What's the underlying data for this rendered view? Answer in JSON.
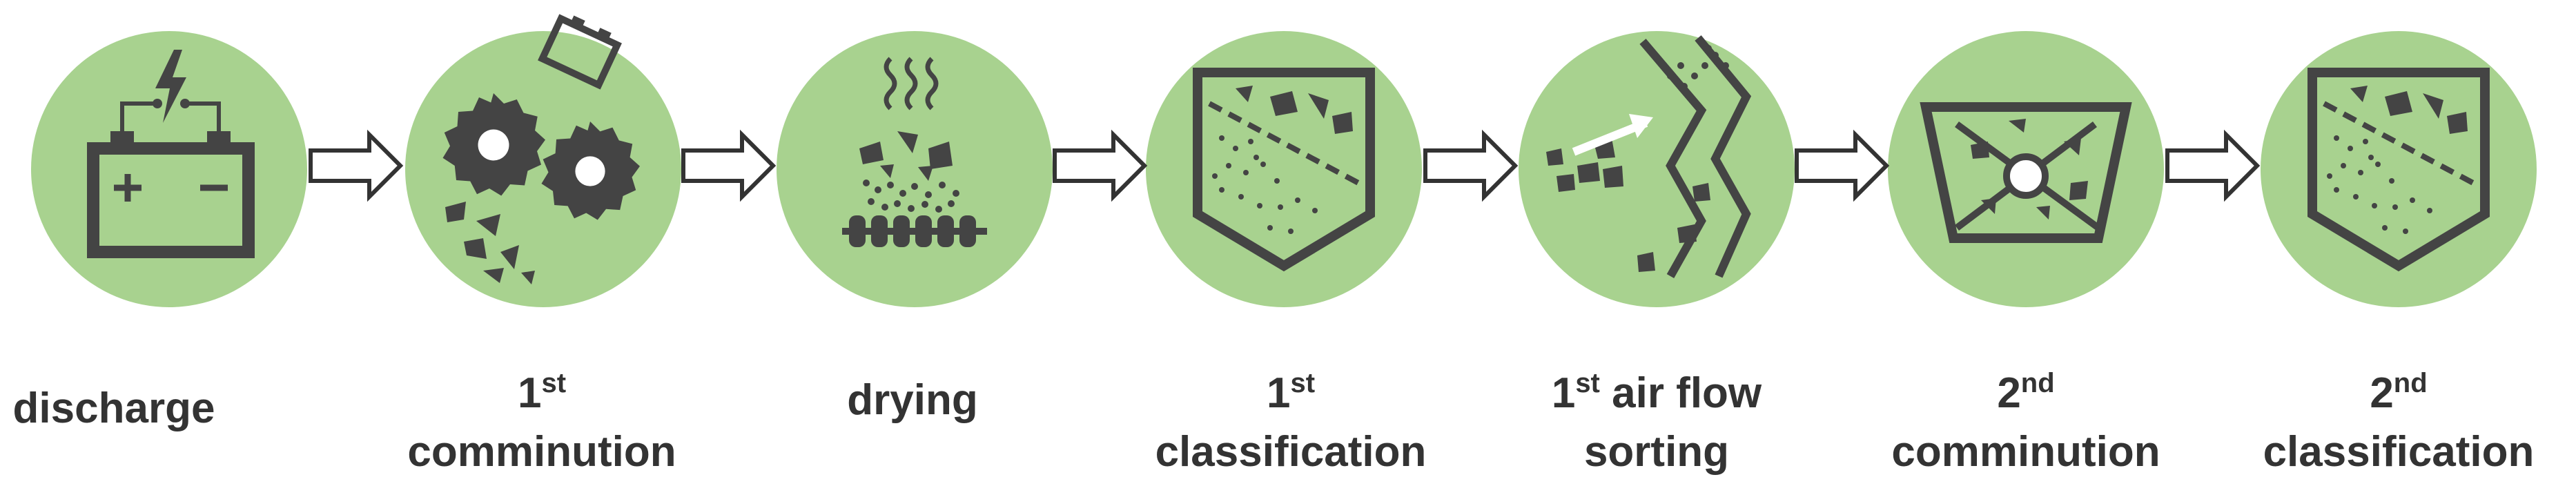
{
  "colors": {
    "circle_fill": "#a8d28f",
    "icon": "#444444",
    "text": "#333333",
    "arrow_stroke": "#333333",
    "arrow_fill": "#ffffff"
  },
  "steps": [
    {
      "icon": "battery-icon",
      "line1": "discharge",
      "line1_num": "",
      "line1_sup": "",
      "line2": ""
    },
    {
      "icon": "shredder-icon",
      "line1": "",
      "line1_num": "1",
      "line1_sup": "st",
      "line2": "comminution"
    },
    {
      "icon": "dryer-icon",
      "line1": "drying",
      "line1_num": "",
      "line1_sup": "",
      "line2": ""
    },
    {
      "icon": "sieve-icon",
      "line1": "",
      "line1_num": "1",
      "line1_sup": "st",
      "line2": "classification"
    },
    {
      "icon": "air-sorter-icon",
      "line1": " air flow",
      "line1_num": "1",
      "line1_sup": "st",
      "line2": "sorting"
    },
    {
      "icon": "mill-icon",
      "line1": "",
      "line1_num": "2",
      "line1_sup": "nd",
      "line2": "comminution"
    },
    {
      "icon": "sieve-icon",
      "line1": "",
      "line1_num": "2",
      "line1_sup": "nd",
      "line2": "classification"
    }
  ]
}
